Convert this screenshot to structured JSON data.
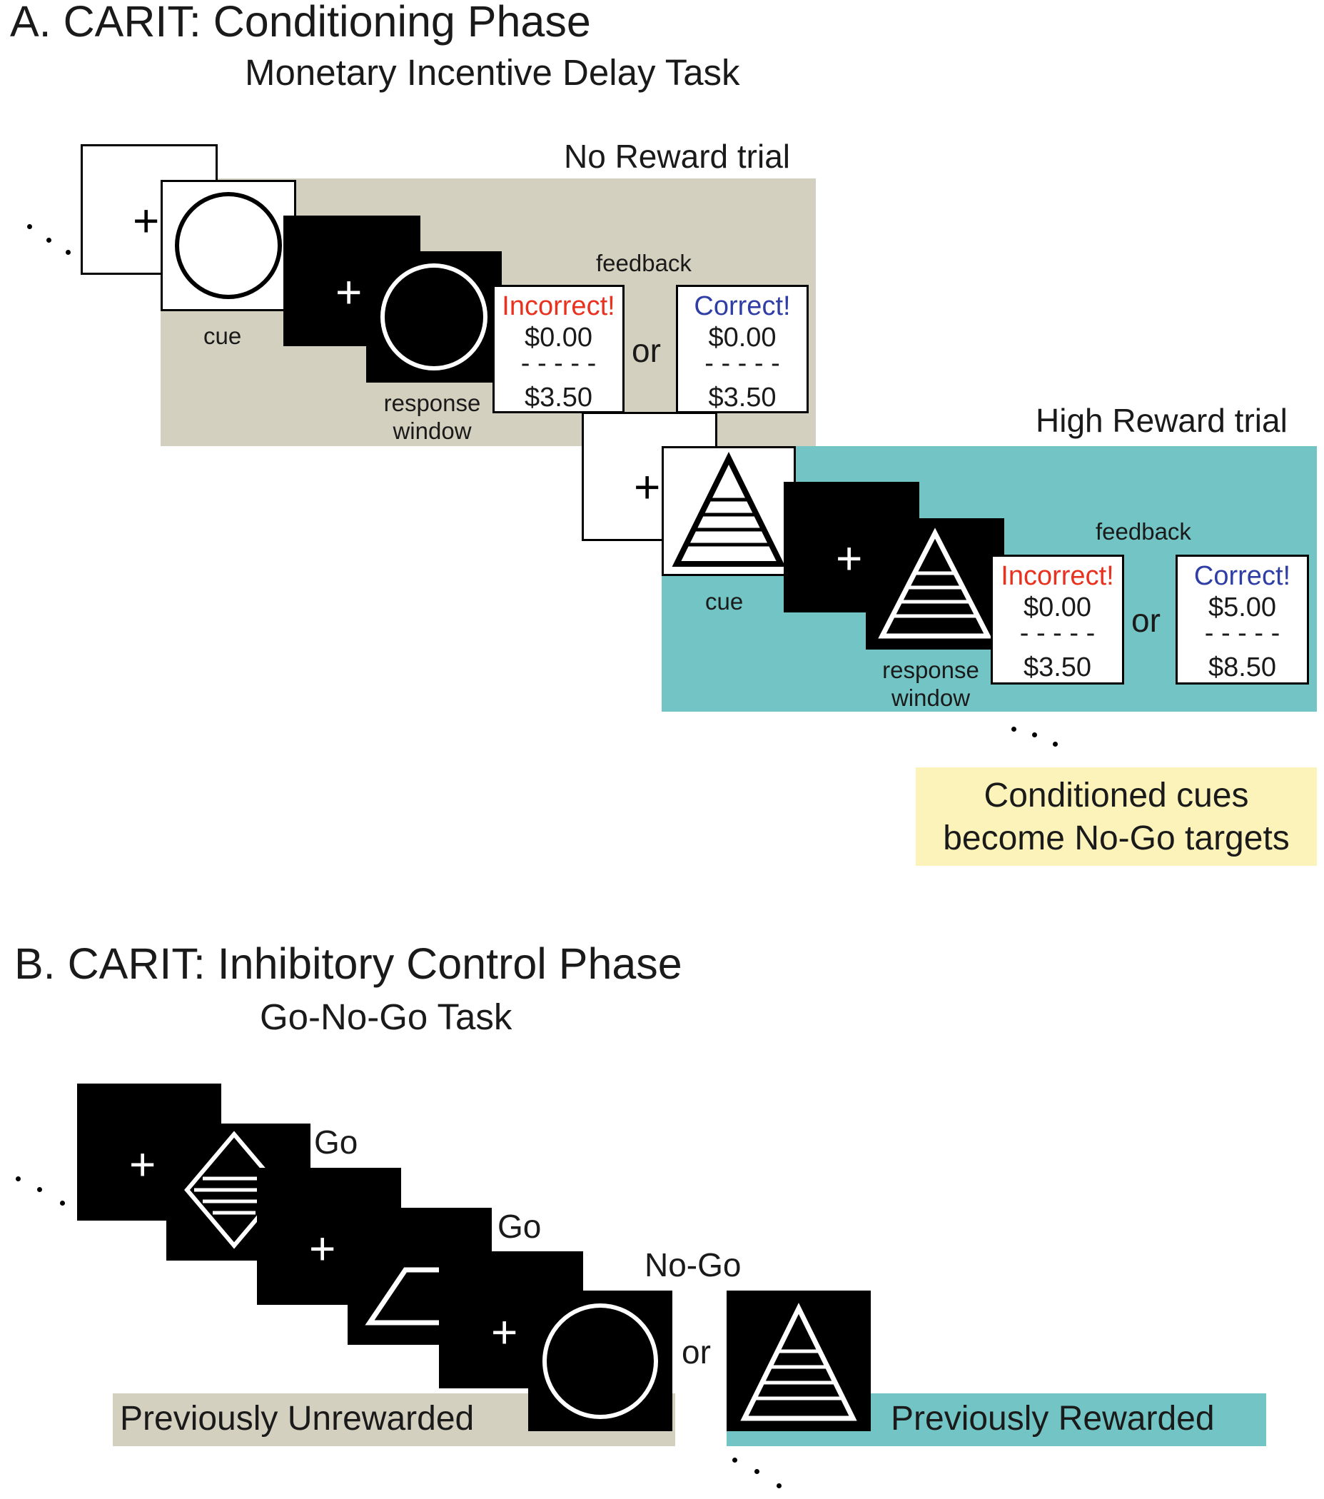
{
  "panel_a": {
    "title": "A. CARIT: Conditioning Phase",
    "subtitle": "Monetary Incentive Delay Task",
    "no_reward_trial": {
      "label": "No Reward trial",
      "cue_label": "cue",
      "response_label_line1": "response",
      "response_label_line2": "window",
      "feedback_label": "feedback",
      "or": "or",
      "incorrect": {
        "status": "Incorrect!",
        "amount": "$0.00",
        "dashes": "- - - - -",
        "total": "$3.50"
      },
      "correct": {
        "status": "Correct!",
        "amount": "$0.00",
        "dashes": "- - - - -",
        "total": "$3.50"
      }
    },
    "high_reward_trial": {
      "label": "High Reward trial",
      "cue_label": "cue",
      "response_label_line1": "response",
      "response_label_line2": "window",
      "feedback_label": "feedback",
      "or": "or",
      "incorrect": {
        "status": "Incorrect!",
        "amount": "$0.00",
        "dashes": "- - - - -",
        "total": "$3.50"
      },
      "correct": {
        "status": "Correct!",
        "amount": "$5.00",
        "dashes": "- - - - -",
        "total": "$8.50"
      }
    },
    "note_line1": "Conditioned cues",
    "note_line2": "become No-Go targets"
  },
  "panel_b": {
    "title": "B. CARIT: Inhibitory Control Phase",
    "subtitle": "Go-No-Go Task",
    "go_label_1": "Go",
    "go_label_2": "Go",
    "nogo_label": "No-Go",
    "or": "or",
    "unrewarded_label": "Previously Unrewarded",
    "rewarded_label": "Previously Rewarded"
  },
  "colors": {
    "no_reward_bg": "#d4d0bf",
    "high_reward_bg": "#72c5c4",
    "note_bg": "#fbf3b9",
    "incorrect_text": "#e8311f",
    "correct_text": "#2f3ea5"
  },
  "fixation_symbol": "+"
}
